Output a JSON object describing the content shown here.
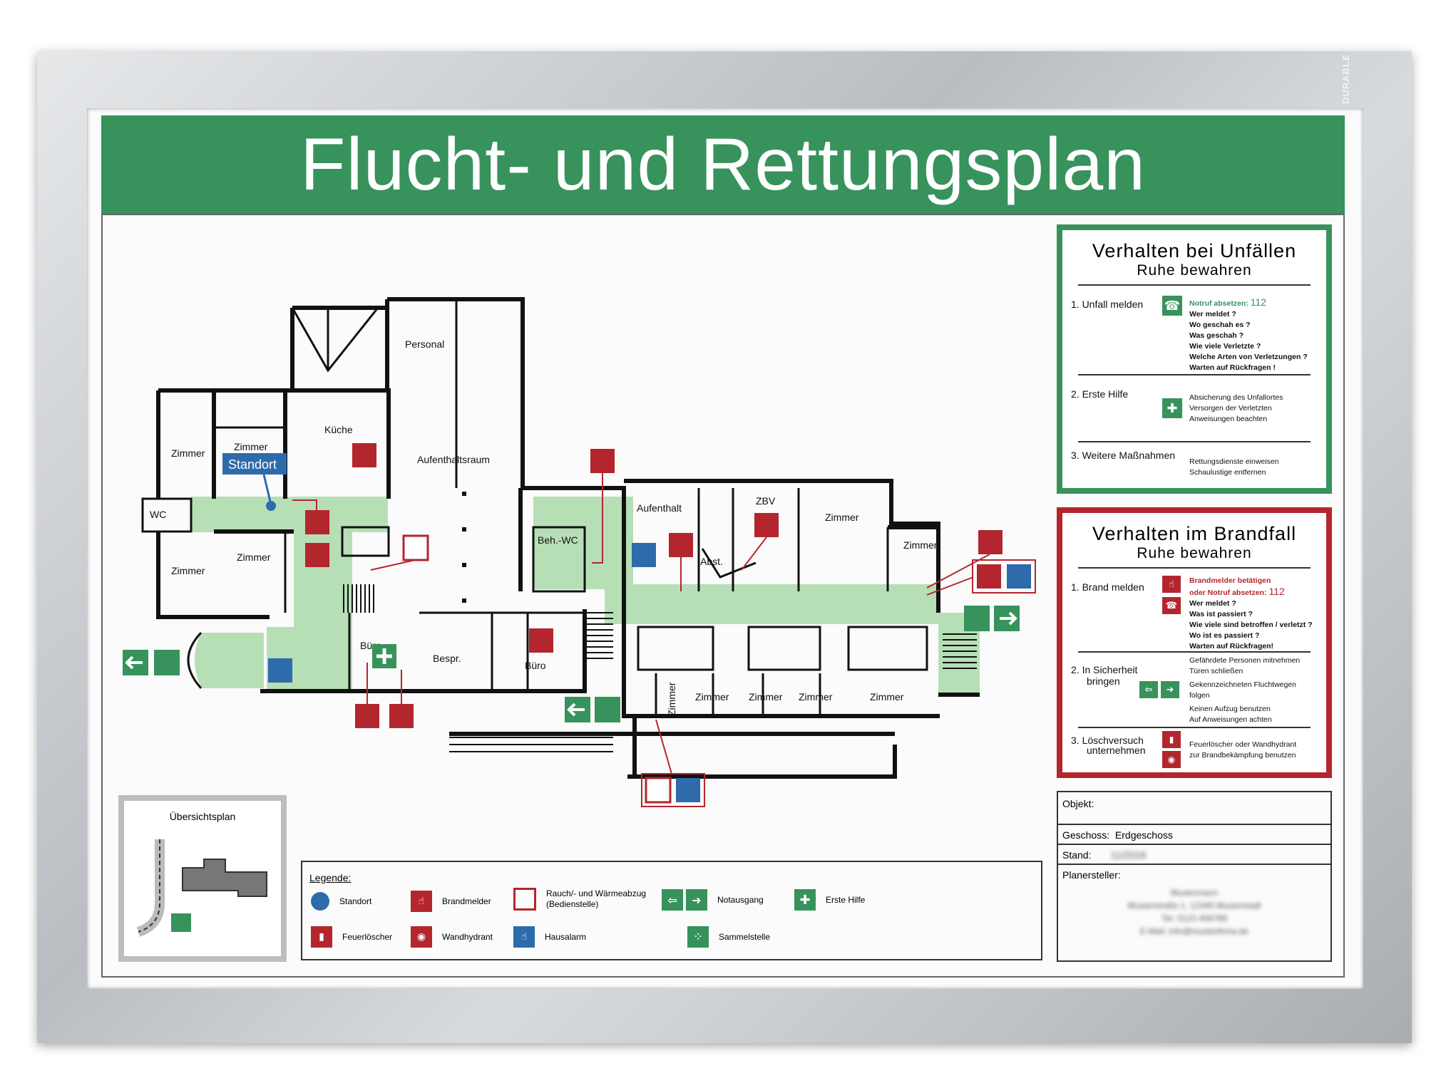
{
  "brand": "DURABLE",
  "title": "Flucht- und Rettungsplan",
  "rooms": {
    "personal": "Personal",
    "kueche": "Küche",
    "aufenthaltsraum": "Aufenthaltsraum",
    "zimmer": "Zimmer",
    "standort": "Standort",
    "wc": "WC",
    "beh_wc": "Beh.-WC",
    "aufenthalt": "Aufenthalt",
    "zbv": "ZBV",
    "abst": "Abst.",
    "buero": "Büro",
    "bespr": "Bespr."
  },
  "accident_panel": {
    "title": "Verhalten bei Unfällen",
    "subtitle": "Ruhe bewahren",
    "step1_label": "1.  Unfall melden",
    "notruf": "Notruf absetzen:",
    "notruf_number": "112",
    "step1_lines": [
      "Wer meldet ?",
      "Wo geschah es ?",
      "Was geschah ?",
      "Wie viele Verletzte ?",
      "Welche Arten von Verletzungen ?",
      "Warten auf Rückfragen !"
    ],
    "step2_label": "2.  Erste Hilfe",
    "step2_lines": [
      "Absicherung des Unfallortes",
      "Versorgen der Verletzten",
      "Anweisungen beachten"
    ],
    "step3_label": "3.  Weitere Maßnahmen",
    "step3_lines": [
      "Rettungsdienste einweisen",
      "Schaulustige entfernen"
    ]
  },
  "fire_panel": {
    "title": "Verhalten im Brandfall",
    "subtitle": "Ruhe bewahren",
    "step1_label": "1.  Brand melden",
    "alarm_line1": "Brandmelder betätigen",
    "alarm_line2": "oder Notruf absetzen:",
    "notruf_number": "112",
    "step1_lines": [
      "Wer meldet ?",
      "Was ist passiert ?",
      "Wie viele sind betroffen / verletzt ?",
      "Wo ist es passiert ?",
      "Warten auf Rückfragen!"
    ],
    "step2_label_a": "2.  In Sicherheit",
    "step2_label_b": "bringen",
    "step2_lines": [
      "Gefährdete Personen mitnehmen",
      "Türen schließen",
      "Gekennzeichneten Fluchtwegen",
      "folgen",
      "Keinen Aufzug benutzen",
      "Auf Anweisungen achten"
    ],
    "step3_label_a": "3.  Löschversuch",
    "step3_label_b": "unternehmen",
    "step3_lines": [
      "Feuerlöscher oder Wandhydrant",
      "zur Brandbekämpfung benutzen"
    ]
  },
  "info": {
    "objekt": "Objekt:",
    "geschoss_label": "Geschoss:",
    "geschoss_value": "Erdgeschoss",
    "stand_label": "Stand:",
    "stand_value": "11/2018",
    "planersteller": "Planersteller:",
    "blurred": [
      "Mustermann",
      "Musterstraße 1, 12345 Musterstadt",
      "Tel. 0123 456789",
      "E-Mail: info@musterfirma.de"
    ]
  },
  "overview": {
    "title": "Übersichtsplan"
  },
  "legend": {
    "title": "Legende:",
    "standort": "Standort",
    "brandmelder": "Brandmelder",
    "rauch_a": "Rauch/- und Wärmeabzug",
    "rauch_b": "(Bedienstelle)",
    "notausgang": "Notausgang",
    "erste_hilfe": "Erste Hilfe",
    "feuerloescher": "Feuerlöscher",
    "wandhydrant": "Wandhydrant",
    "hausalarm": "Hausalarm",
    "sammelstelle": "Sammelstelle"
  },
  "colors": {
    "green": "#37925c",
    "red": "#b3262e",
    "blue": "#2e6bab",
    "corridor": "#b7dfb6"
  }
}
